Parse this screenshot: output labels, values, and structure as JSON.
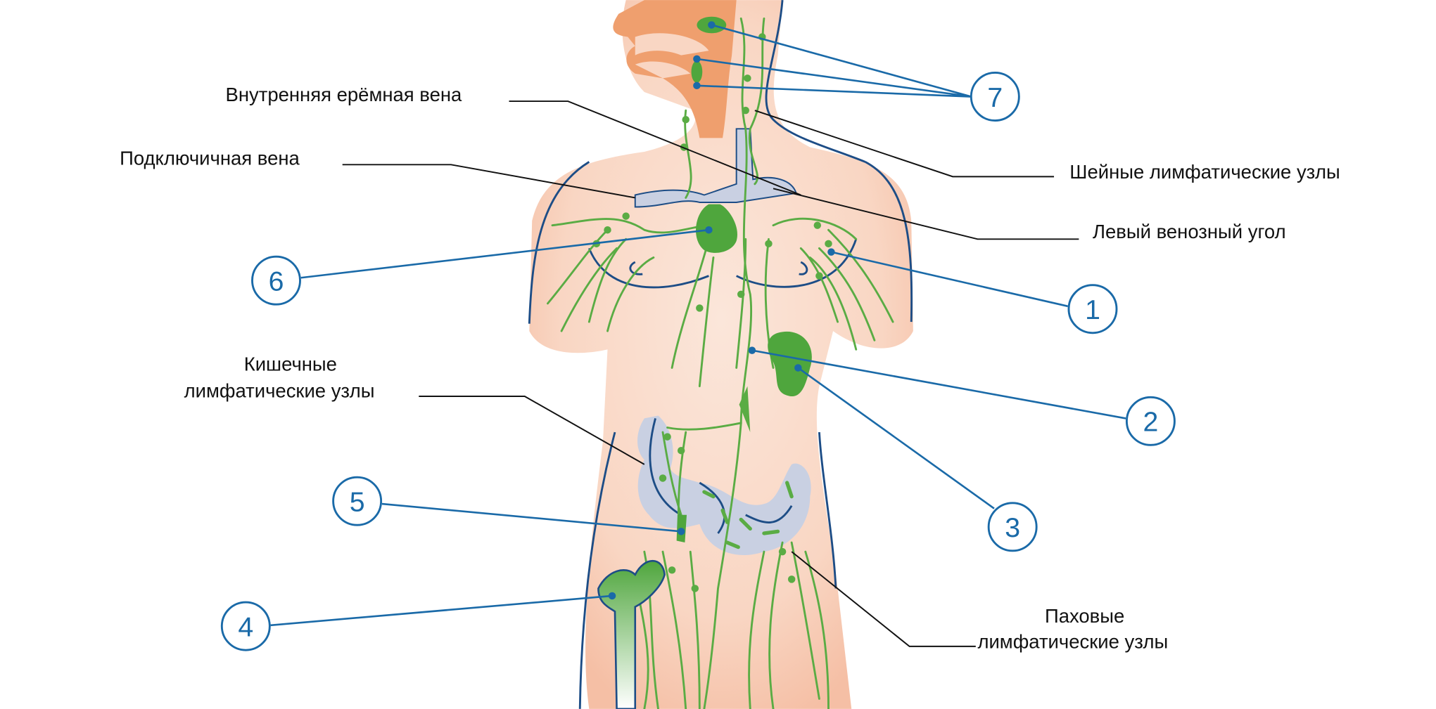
{
  "labels": {
    "jugular_vein": "Внутренняя ерёмная вена",
    "subclavian_vein": "Подключичная вена",
    "cervical_nodes": "Шейные лимфатические узлы",
    "left_venous_angle": "Левый венозный угол",
    "intestinal_nodes_line1": "Кишечные",
    "intestinal_nodes_line2": "лимфатические узлы",
    "inguinal_nodes_line1": "Паховые",
    "inguinal_nodes_line2": "лимфатические узлы"
  },
  "markers": [
    "1",
    "2",
    "3",
    "4",
    "5",
    "6",
    "7"
  ],
  "colors": {
    "skin": "#f7c9b2",
    "face": "#ef9f6e",
    "lymph": "#5aac44",
    "outline": "#1d4d86",
    "marker": "#1a6aa8",
    "vein": "#c9d0e2"
  }
}
